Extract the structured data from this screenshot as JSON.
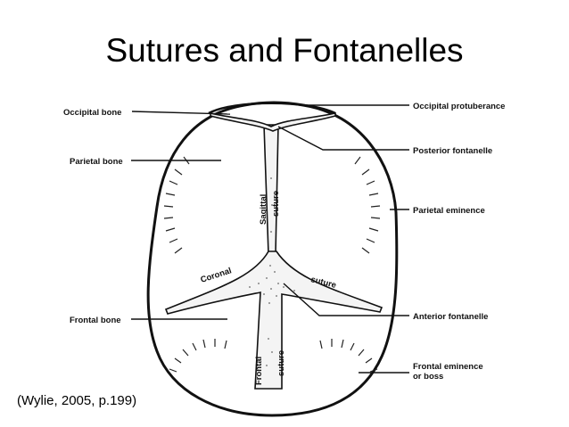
{
  "title": "Sutures and Fontanelles",
  "citation": "(Wylie, 2005, p.199)",
  "labels_left": {
    "occipital_bone": "Occipital bone",
    "parietal_bone": "Parietal bone",
    "frontal_bone": "Frontal bone"
  },
  "labels_right": {
    "occipital_protuberance": "Occipital protuberance",
    "posterior_fontanelle": "Posterior fontanelle",
    "parietal_eminence": "Parietal eminence",
    "anterior_fontanelle": "Anterior fontanelle",
    "frontal_eminence_line1": "Frontal eminence",
    "frontal_eminence_line2": "or boss"
  },
  "inner_labels": {
    "sagittal": "Sagittal",
    "suture_sagittal": "suture",
    "coronal": "Coronal",
    "suture_coronal": "suture",
    "frontal": "Frontal",
    "suture_frontal": "suture"
  }
}
